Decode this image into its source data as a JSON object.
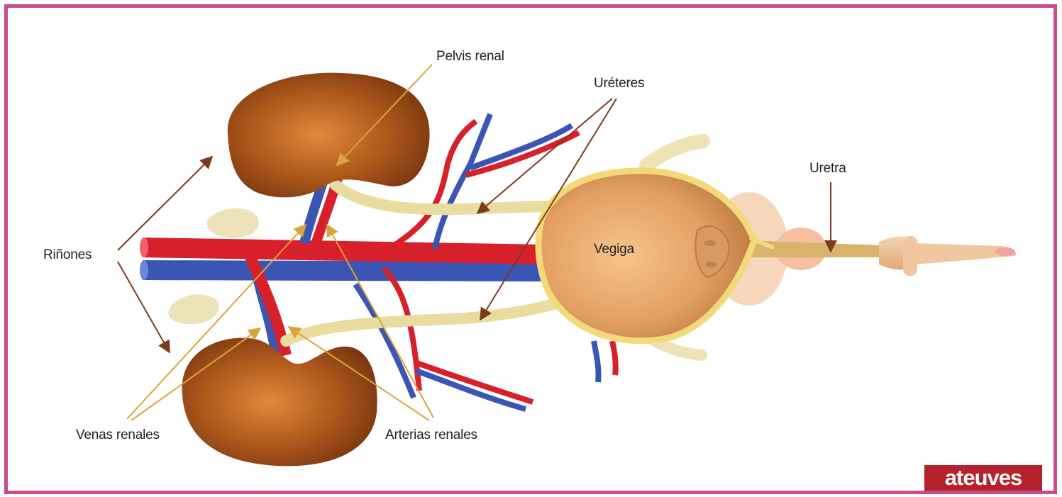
{
  "labels": {
    "pelvis_renal": "Pelvis renal",
    "ureteres": "Uréteres",
    "uretra": "Uretra",
    "rinones": "Riñones",
    "vegiga": "Vegiga",
    "venas_renales": "Venas renales",
    "arterias_renales": "Arterias renales"
  },
  "logo": {
    "text": "ateuves"
  },
  "colors": {
    "frame": "#c84b8f",
    "artery": "#d8202a",
    "vein": "#3b55b5",
    "kidney": "#9a4a14",
    "ureter": "#e8dca0",
    "bladder": "#e9a766",
    "arrow_brown": "#7a3a1e",
    "arrow_gold": "#d9a53a",
    "logo_bg": "#b5202b"
  }
}
